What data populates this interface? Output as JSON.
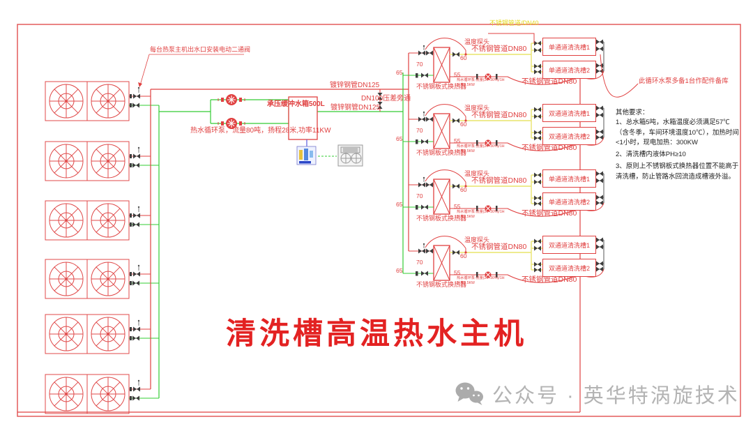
{
  "page": {
    "title_banner": "清洗槽高温热水主机",
    "watermark_text": "公众号 · 英华特涡旋技术"
  },
  "annotations": {
    "outlet_valve_note": "每台热泵主机出水口安装电动二通阀",
    "top_pipe_label": "不锈钢管道/DN40",
    "circulation_pump_spec": "热水循环泵，流量80吨，扬程28米,功率11KW",
    "buffer_tank_label": "承压缓冲水箱500L",
    "galvanized_pipe_top": "镀锌钢管DN125",
    "galvanized_pipe_bottom": "镀锌钢管DN125",
    "bypass_label": "DN100压差旁通",
    "spare_pump_note": "此循环水泵多备1台作配件备库"
  },
  "requirements": {
    "title": "其他要求：",
    "items": [
      "1、总水箱5吨，水箱温度必须满足57℃（含冬季，车间环境温度10℃），加热时间<1小时，现电加热：300KW",
      "2、清洗槽内液体PH≥10",
      "3、原则上不锈钢板式换热器位置不能高于清洗槽，防止管路水回流造成槽液外溢。"
    ]
  },
  "hx_groups": [
    {
      "probe": "温度探头",
      "pipe_top": "不锈钢管道DN80",
      "pipe_bottom": "不锈钢管道DN80",
      "hx_name": "不锈钢板式换热器",
      "pump_note1": "热水循环泵:流量(20+30%)/1H",
      "pump_note2": "功率1.5KW",
      "t_supply": "70",
      "t_return": "65",
      "t_out": "60",
      "t_back": "55",
      "tank1": "单通道清洗槽1",
      "tank2": "单通道清洗槽2"
    },
    {
      "probe": "温度探头",
      "pipe_top": "不锈钢管道DN80",
      "pipe_bottom": "不锈钢管道DN80",
      "hx_name": "不锈钢板式换热器",
      "pump_note1": "热水循环泵:流量(20+30%)/1H",
      "pump_note2": "功率1.5KW",
      "t_supply": "70",
      "t_return": "65",
      "t_out": "60",
      "t_back": "55",
      "tank1": "双通道清洗槽1",
      "tank2": "双通道清洗槽2"
    },
    {
      "probe": "温度探头",
      "pipe_top": "不锈钢管道DN80",
      "pipe_bottom": "不锈钢管道DN80",
      "hx_name": "不锈钢板式换热器",
      "pump_note1": "热水循环泵:流量(20+30%)/1H",
      "pump_note2": "功率1.5KW",
      "t_supply": "70",
      "t_return": "65",
      "t_out": "60",
      "t_back": "55",
      "tank1": "单通道清洗槽1",
      "tank2": "单通道清洗槽2"
    },
    {
      "probe": "温度探头",
      "pipe_top": "不锈钢管道DN80",
      "pipe_bottom": "不锈钢管道DN80",
      "hx_name": "不锈钢板式换热器",
      "pump_note1": "热水循环泵:流量(20+30%)/1H",
      "pump_note2": "功率1.5KW",
      "t_supply": "70",
      "t_return": "65",
      "t_out": "60",
      "t_back": "55",
      "tank1": "双通道清洗槽1",
      "tank2": "双通道清洗槽2"
    }
  ],
  "colors": {
    "line_red": "#e04040",
    "line_green": "#33cc33",
    "line_yellow": "#ece87f",
    "title_red": "#e32222",
    "watermark_gray": "#b3b3b3"
  }
}
